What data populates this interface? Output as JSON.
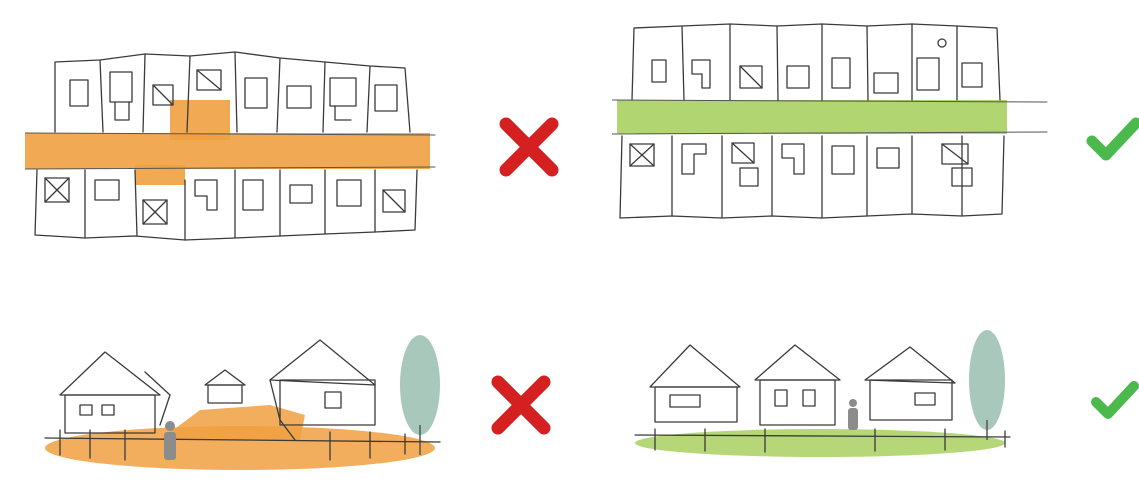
{
  "colors": {
    "bad_highlight": "#f0a040",
    "good_highlight": "#a8d060",
    "cross": "#d42020",
    "check": "#4cb94c",
    "tree": "#a9c8bc",
    "ink": "#3a3a3a",
    "person": "#8c8c8c"
  },
  "panels": [
    {
      "id": "top-left",
      "view": "plan",
      "verdict": "wrong",
      "mark_icon": "red-cross-icon"
    },
    {
      "id": "top-right",
      "view": "plan",
      "verdict": "right",
      "mark_icon": "green-check-icon"
    },
    {
      "id": "bottom-left",
      "view": "street-perspective",
      "verdict": "wrong",
      "mark_icon": "red-cross-icon"
    },
    {
      "id": "bottom-right",
      "view": "street-perspective",
      "verdict": "right",
      "mark_icon": "green-check-icon"
    }
  ]
}
